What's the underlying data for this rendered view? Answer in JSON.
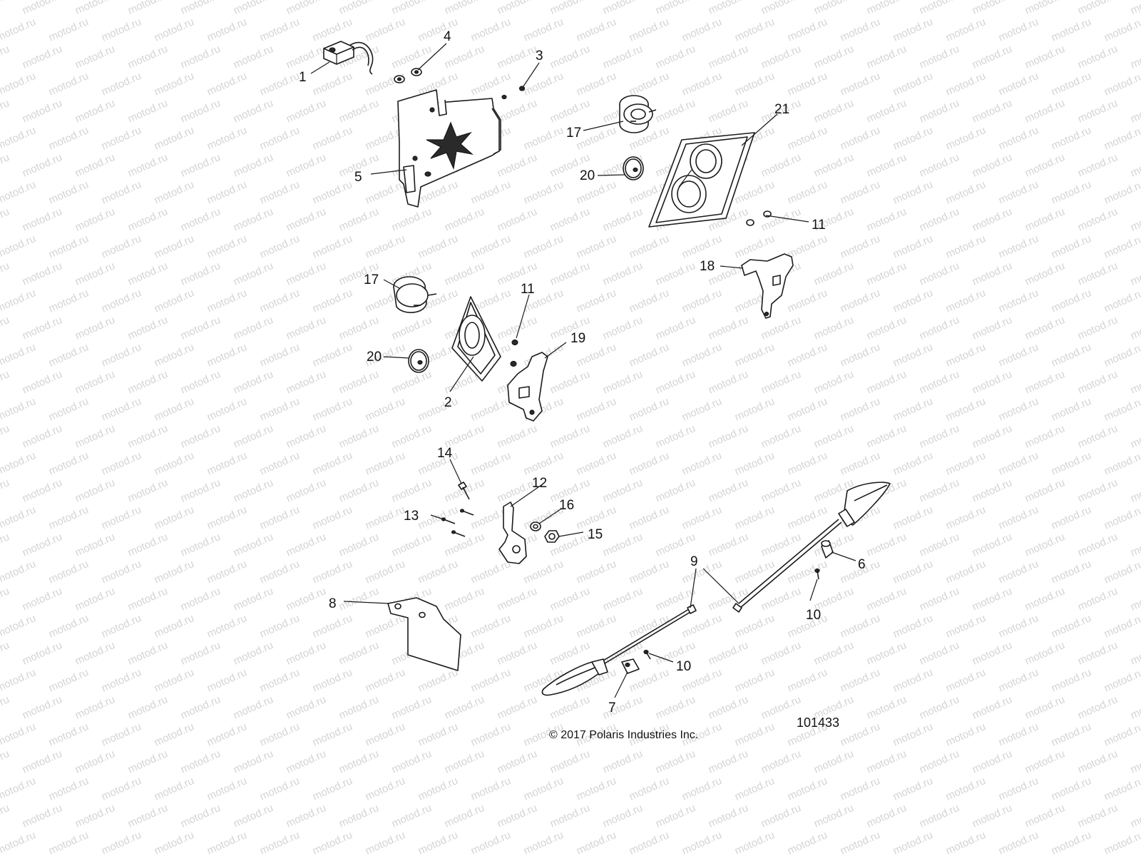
{
  "watermark": {
    "text": "motod.ru",
    "color": "#d4d4d4"
  },
  "callouts": [
    {
      "id": "1",
      "label": "1"
    },
    {
      "id": "2",
      "label": "2"
    },
    {
      "id": "3",
      "label": "3"
    },
    {
      "id": "4",
      "label": "4"
    },
    {
      "id": "5",
      "label": "5"
    },
    {
      "id": "6",
      "label": "6"
    },
    {
      "id": "7",
      "label": "7"
    },
    {
      "id": "8",
      "label": "8"
    },
    {
      "id": "9",
      "label": "9"
    },
    {
      "id": "10a",
      "label": "10"
    },
    {
      "id": "10b",
      "label": "10"
    },
    {
      "id": "11a",
      "label": "11"
    },
    {
      "id": "11b",
      "label": "11"
    },
    {
      "id": "12",
      "label": "12"
    },
    {
      "id": "13",
      "label": "13"
    },
    {
      "id": "14",
      "label": "14"
    },
    {
      "id": "15",
      "label": "15"
    },
    {
      "id": "16",
      "label": "16"
    },
    {
      "id": "17a",
      "label": "17"
    },
    {
      "id": "17b",
      "label": "17"
    },
    {
      "id": "18",
      "label": "18"
    },
    {
      "id": "19",
      "label": "19"
    },
    {
      "id": "20a",
      "label": "20"
    },
    {
      "id": "20b",
      "label": "20"
    },
    {
      "id": "21",
      "label": "21"
    }
  ],
  "footer": {
    "copyright": "© 2017 Polaris Industries Inc.",
    "figure_id": "101433"
  }
}
